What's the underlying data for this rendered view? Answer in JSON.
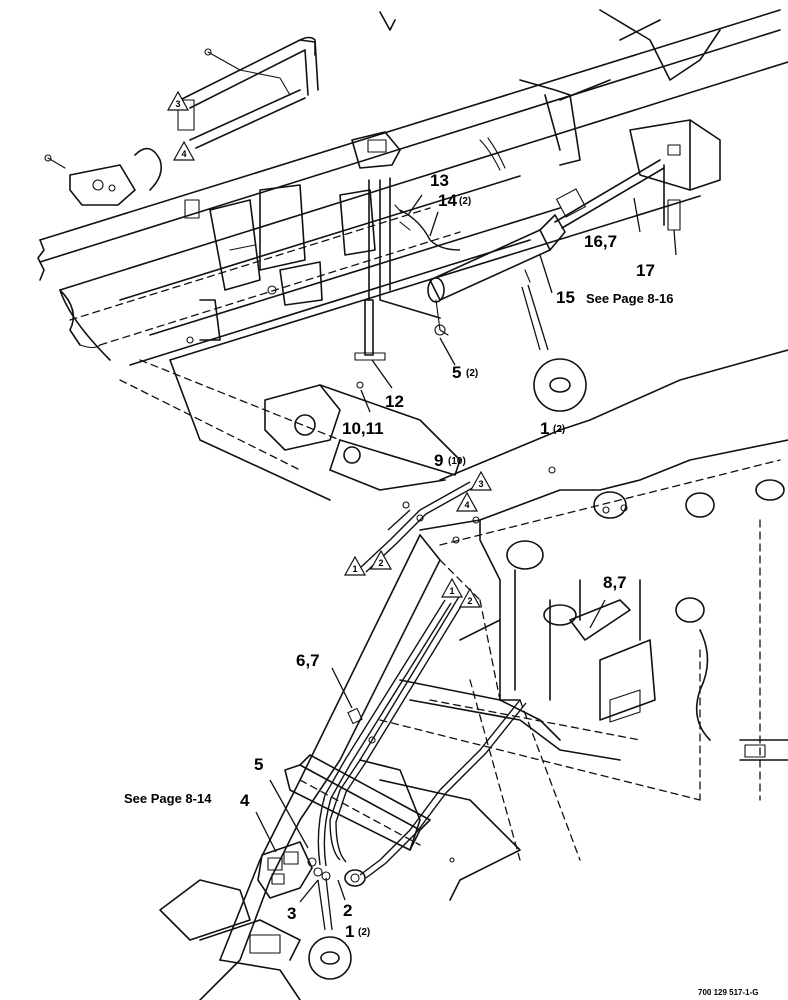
{
  "callouts": {
    "c13": "13",
    "c14": "14",
    "c14_qty": "(2)",
    "c16_7": "16,7",
    "c17": "17",
    "c15": "15",
    "c15_ref": "See Page 8-16",
    "c5_top": "5",
    "c5_top_qty": "(2)",
    "c12": "12",
    "c10_11": "10,11",
    "c1_top": "1",
    "c1_top_qty": "(2)",
    "c9": "9",
    "c9_qty": "(10)",
    "c8_7": "8,7",
    "c6_7": "6,7",
    "c5_bot": "5",
    "c4_bot": "4",
    "c4_ref": "See Page 8-14",
    "c3_bot": "3",
    "c2_bot": "2",
    "c1_bot": "1",
    "c1_bot_qty": "(2)"
  },
  "hose_markers": {
    "top_3": "3",
    "top_4": "4",
    "mid_1": "1",
    "mid_2": "2",
    "mid_3": "3",
    "mid_4": "4",
    "low_1": "1",
    "low_2": "2"
  },
  "drawing_number": "700 129 517-1-G",
  "icons": [
    "triangle-marker-icon",
    "detail-circle-icon",
    "hydraulic-cylinder-icon",
    "control-valve-icon"
  ]
}
